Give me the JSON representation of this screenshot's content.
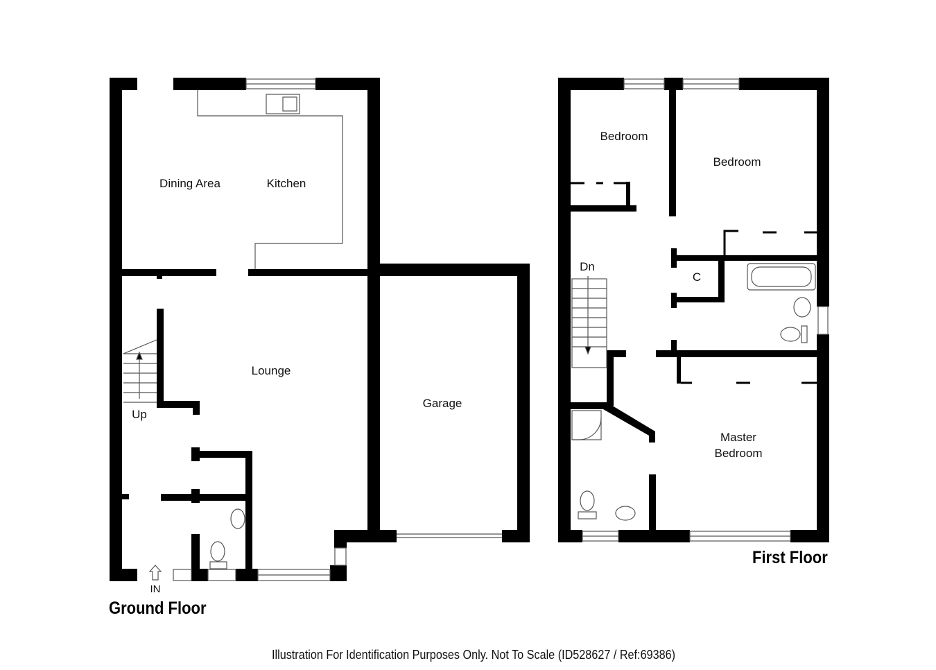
{
  "ground_floor": {
    "title": "Ground Floor",
    "rooms": {
      "dining": "Dining Area",
      "kitchen": "Kitchen",
      "lounge": "Lounge",
      "garage": "Garage"
    },
    "stairs": "Up",
    "entrance": "IN"
  },
  "first_floor": {
    "title": "First Floor",
    "rooms": {
      "bedroom1": "Bedroom",
      "bedroom2": "Bedroom",
      "cupboard": "C",
      "master_line1": "Master",
      "master_line2": "Bedroom"
    },
    "stairs": "Dn"
  },
  "footer": "Illustration For Identification Purposes Only. Not To Scale (ID528627 / Ref:69386)",
  "colors": {
    "wall": "#000000",
    "line": "#555555"
  }
}
